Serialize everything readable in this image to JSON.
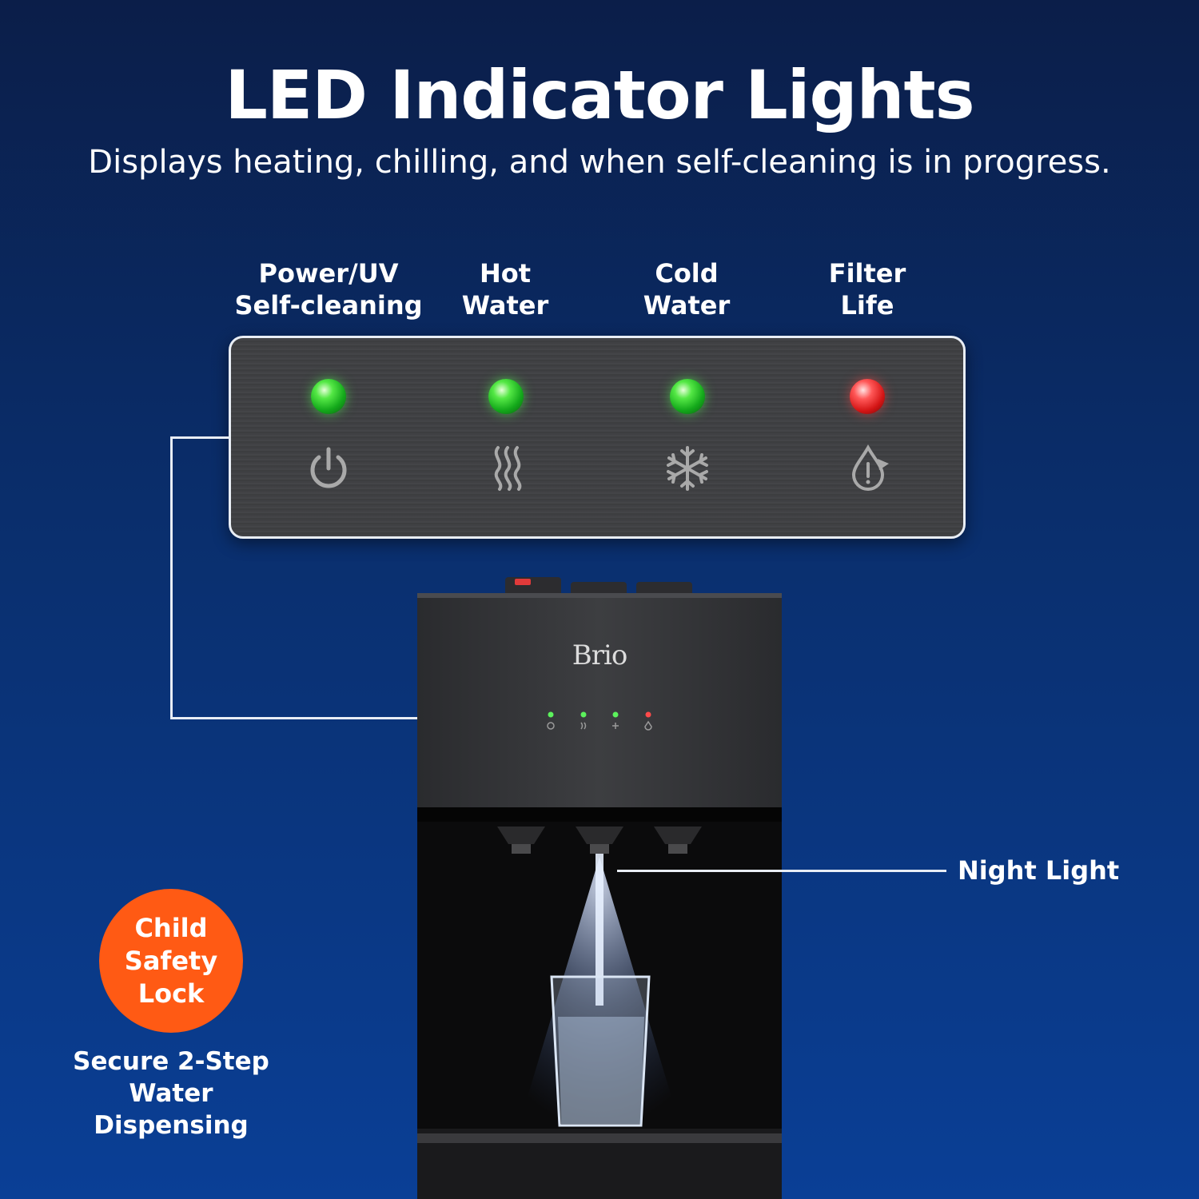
{
  "header": {
    "title": "LED Indicator Lights",
    "subtitle": "Displays heating, chilling, and when self-cleaning is in progress."
  },
  "indicators": [
    {
      "line1": "Power/UV",
      "line2": "Self-cleaning",
      "icon": "power-icon",
      "led_color": "green"
    },
    {
      "line1": "Hot",
      "line2": "Water",
      "icon": "steam-icon",
      "led_color": "green"
    },
    {
      "line1": "Cold",
      "line2": "Water",
      "icon": "snowflake-icon",
      "led_color": "green"
    },
    {
      "line1": "Filter",
      "line2": "Life",
      "icon": "filter-drop-icon",
      "led_color": "red"
    }
  ],
  "product": {
    "brand": "Brio"
  },
  "night_light": {
    "label": "Night Light"
  },
  "safety_badge": {
    "line1": "Child",
    "line2": "Safety",
    "line3": "Lock",
    "caption_line1": "Secure 2-Step",
    "caption_line2": "Water Dispensing"
  },
  "colors": {
    "background_top": "#0b1e49",
    "background_bottom": "#0a3f96",
    "badge": "#ff5a14",
    "led_green": "#2ecc2e",
    "led_red": "#e02020"
  }
}
